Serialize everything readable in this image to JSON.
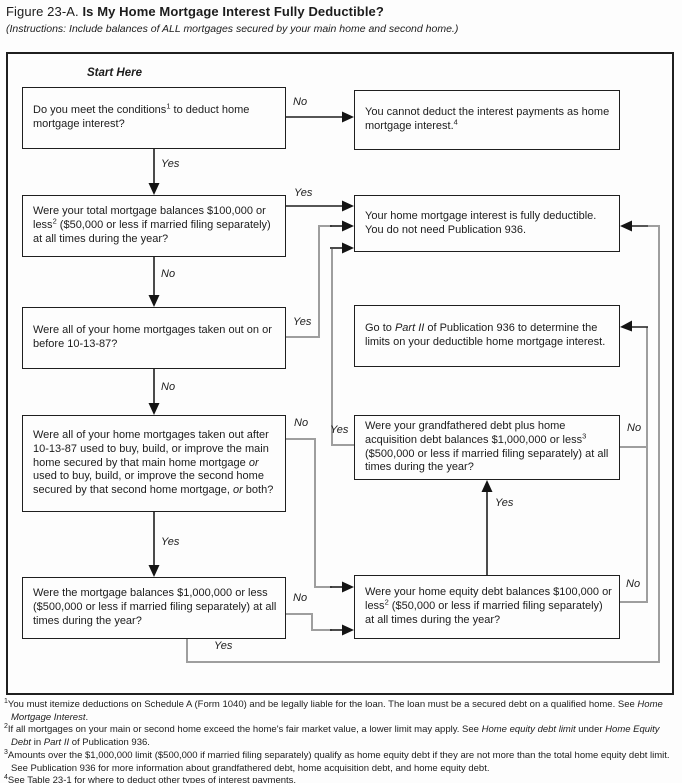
{
  "header": {
    "figure_label": "Figure 23-A.",
    "title": "Is My Home Mortgage Interest Fully Deductible?",
    "instructions": "(Instructions: Include balances of ALL mortgages secured by your main home and second home.)"
  },
  "flow": {
    "start_label": "Start Here",
    "yes": "Yes",
    "no": "No",
    "q_conditions": {
      "t1": "Do you meet the conditions",
      "sup": "1",
      "t2": " to deduct home mortgage interest?"
    },
    "r_cannot_deduct": {
      "t1": "You cannot deduct the interest payments as home mortgage interest.",
      "sup": "4"
    },
    "q_total_balances": {
      "t1": "Were your total mortgage balances $100,000 or less",
      "sup": "2",
      "t2": " ($50,000 or less if married filing separately) at all times during the year?"
    },
    "r_fully_deductible": {
      "t1": "Your home mortgage interest is fully deductible. You do not need Publication 936."
    },
    "q_before_1987": {
      "t1": "Were all of your home mortgages taken out on or before 10-13-87?"
    },
    "r_part2": {
      "t1": "Go to ",
      "i1": "Part II",
      "t2": " of Publication 936 to determine the limits on your deductible home mortgage interest."
    },
    "q_after_1987": {
      "t1": "Were all of your home mortgages taken out after 10-13-87 used to buy, build, or improve the main home secured by that main home mortgage ",
      "i1": "or",
      "t2": " used to buy, build, or improve the second home secured by that second home mortgage, ",
      "i2": "or",
      "t3": " both?"
    },
    "q_grandfathered": {
      "t1": "Were your grandfathered debt plus home acquisition debt balances $1,000,000 or less",
      "sup": "3",
      "t2": " ($500,000 or less if married filing separately) at all times during the year?"
    },
    "q_million": {
      "t1": "Were the mortgage balances $1,000,000 or less ($500,000 or less if married filing separately) at all times during the year?"
    },
    "q_home_equity": {
      "t1": "Were your home equity debt balances $100,000 or less",
      "sup": "2",
      "t2": " ($50,000 or less if married filing separately) at all times during the year?"
    }
  },
  "footnotes": {
    "fn1": {
      "sup": "1",
      "t1": "You must itemize deductions on Schedule A (Form 1040) and be legally liable for the loan. The loan must be a secured debt on a qualified home. See ",
      "i1": "Home Mortgage Interest",
      "t2": "."
    },
    "fn2": {
      "sup": "2",
      "t1": "If all mortgages on your main or second home exceed the home's fair market value, a lower limit may apply. See ",
      "i1": "Home equity debt limit",
      "t2": " under ",
      "i2": "Home Equity Debt",
      "t3": " in ",
      "i3": "Part II",
      "t4": " of Publication 936."
    },
    "fn3": {
      "sup": "3",
      "t1": "Amounts over the $1,000,000 limit ($500,000 if married filing separately) qualify as home equity debt if they are not more than the total home equity debt limit. See Publication 936 for more information about grandfathered debt, home acquisition debt, and home equity debt."
    },
    "fn4": {
      "sup": "4",
      "t1": "See Table 23-1 for where to deduct other types of interest payments."
    }
  }
}
